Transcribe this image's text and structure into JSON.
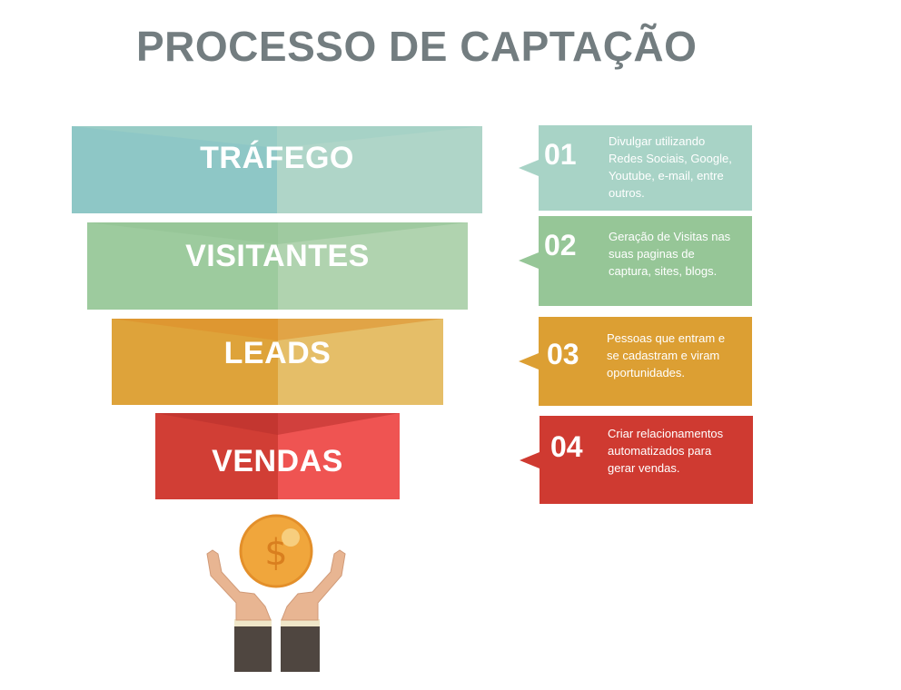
{
  "title": "PROCESSO DE CAPTAÇÃO",
  "funnel": [
    {
      "label": "TRÁFEGO",
      "color_left": "#8ec7c6",
      "color_right": "#afd5c8",
      "color_chevron": "#9fcfc5"
    },
    {
      "label": "VISITANTES",
      "color_left": "#9dcb9e",
      "color_right": "#b0d3af",
      "color_chevron": "#92c394"
    },
    {
      "label": "LEADS",
      "color_left": "#dea33a",
      "color_right": "#e5be68",
      "color_chevron": "#df8e2a"
    },
    {
      "label": "VENDAS",
      "color_left": "#d13e35",
      "color_right": "#ef5452",
      "color_chevron": "#b8302b"
    }
  ],
  "steps": [
    {
      "number": "01",
      "lines": [
        "Divulgar utilizando",
        "Redes Sociais, Google,",
        "Youtube, e-mail, entre",
        "outros."
      ],
      "color": "#a8d3c6"
    },
    {
      "number": "02",
      "lines": [
        "Geração de Visitas nas",
        "suas paginas de",
        "captura, sites, blogs."
      ],
      "color": "#96c697"
    },
    {
      "number": "03",
      "lines": [
        "Pessoas que entram e",
        "se cadastram e viram",
        "oportunidades."
      ],
      "color": "#dc9f33"
    },
    {
      "number": "04",
      "lines": [
        "Criar relacionamentos",
        "automatizados para",
        "gerar vendas."
      ],
      "color": "#cf3a31"
    }
  ],
  "icons": {
    "bottom": "hands-holding-coin-icon",
    "coin_symbol": "$"
  },
  "colors": {
    "coin": "#f0a63c",
    "coin_rim": "#e38f2a",
    "skin": "#e8b592",
    "sleeve": "#4f4640",
    "cuff": "#efe6c8"
  }
}
